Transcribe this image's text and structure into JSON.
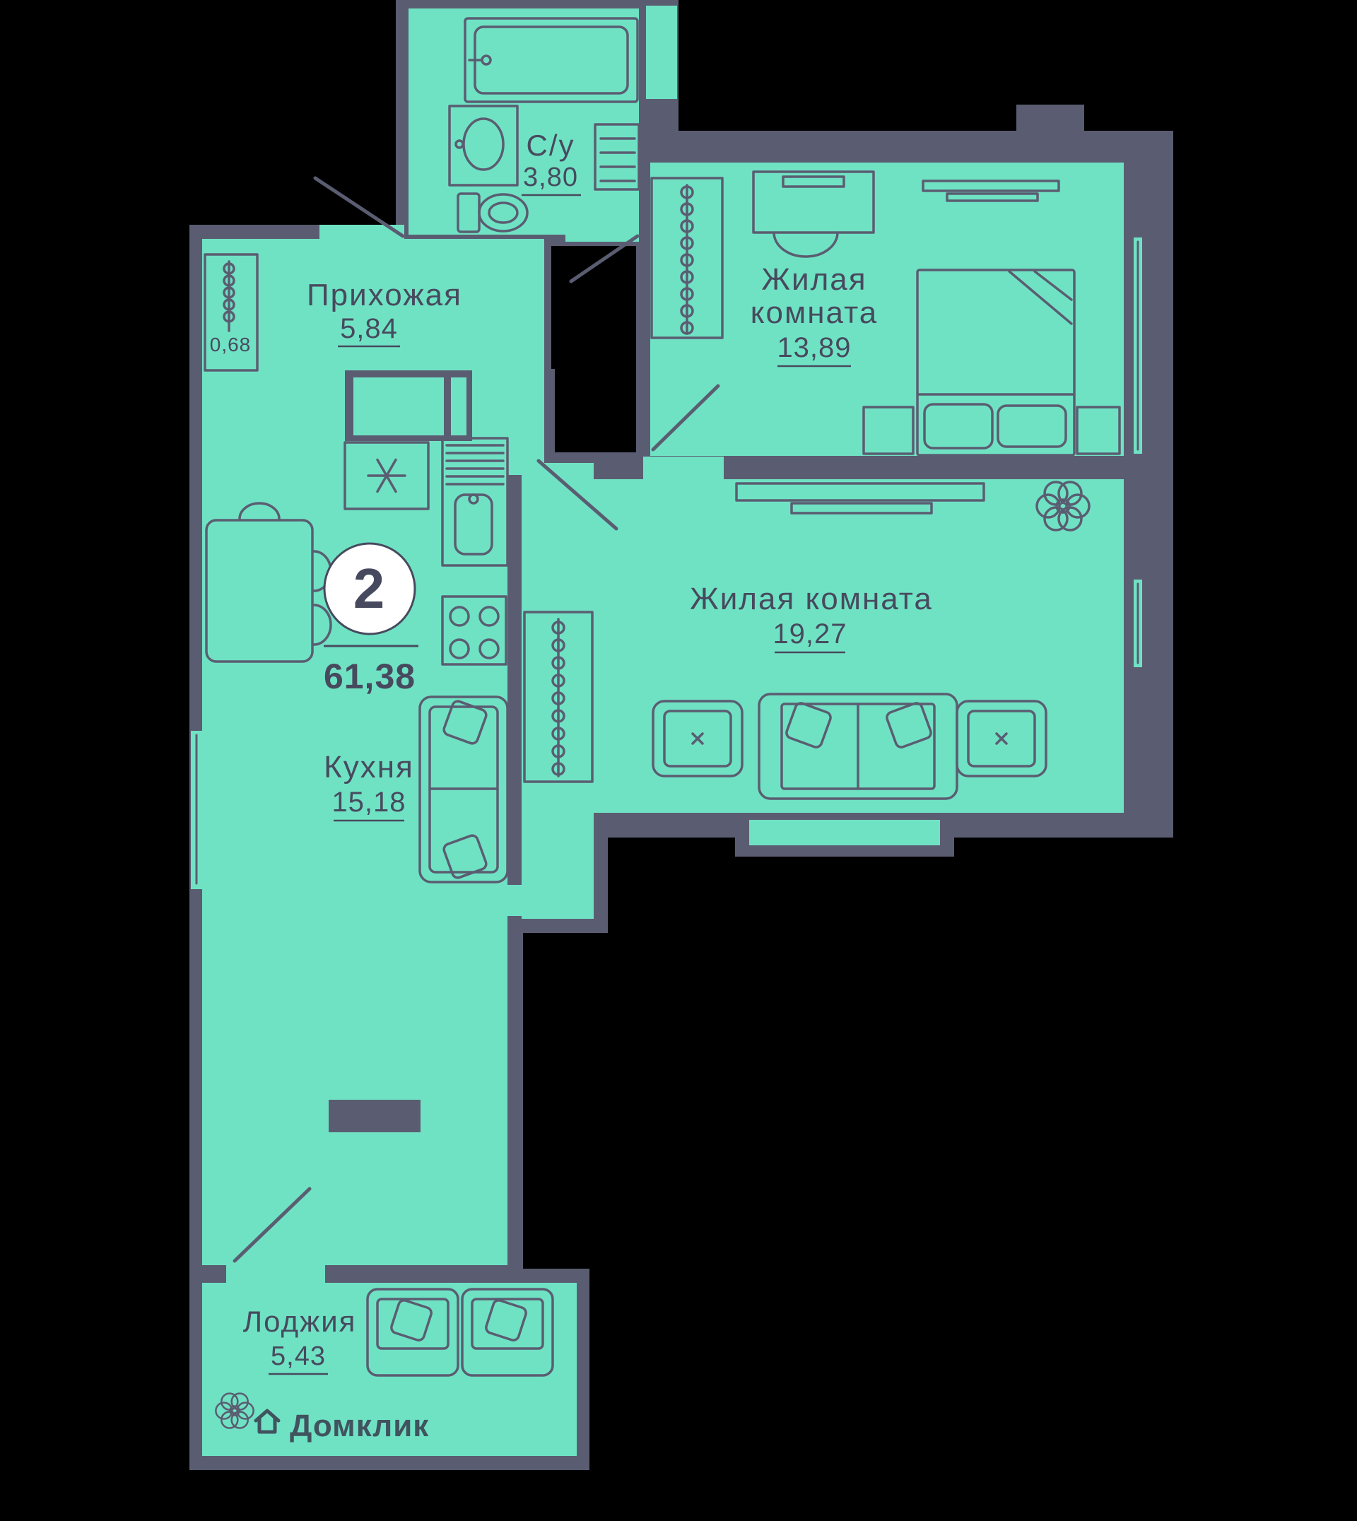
{
  "colors": {
    "background": "#000000",
    "wall": "#5A5D71",
    "room_fill": "#70E2C4",
    "line": "#5A5D71",
    "text": "#474A5E",
    "badge_bg": "#FFFFFF",
    "watermark": "#383B4D"
  },
  "summary": {
    "room_count": "2",
    "total_area": "61,38"
  },
  "rooms": {
    "hallway": {
      "name": "Прихожая",
      "area": "5,84"
    },
    "bathroom": {
      "name": "С/у",
      "area": "3,80"
    },
    "bedroom": {
      "name_line1": "Жилая",
      "name_line2": "комната",
      "area": "13,89"
    },
    "living_room": {
      "name": "Жилая комната",
      "area": "19,27"
    },
    "kitchen": {
      "name": "Кухня",
      "area": "15,18"
    },
    "loggia": {
      "name": "Лоджия",
      "area": "5,43"
    },
    "wardrobe_niche": {
      "area": "0,68"
    }
  },
  "watermark": {
    "brand": "Домклик"
  }
}
